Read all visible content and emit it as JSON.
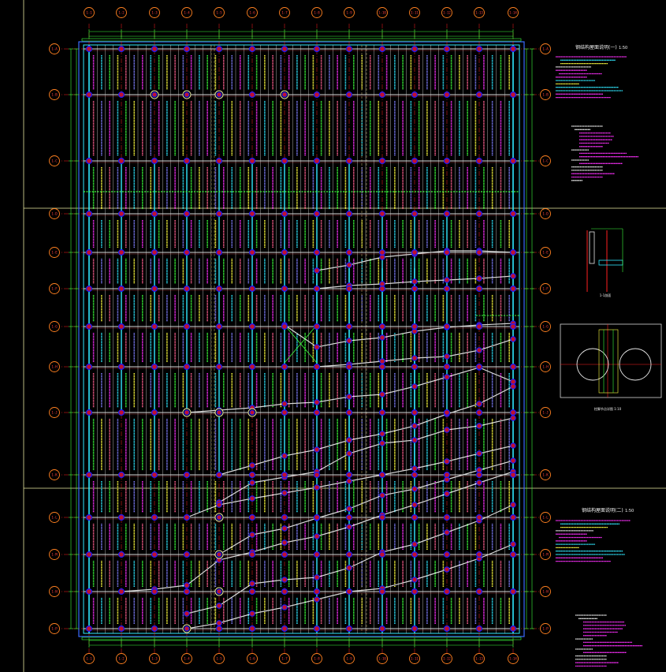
{
  "drawing": {
    "background": "#000000",
    "colors": {
      "frame": "#e8e8a0",
      "grid_red": "#ff2020",
      "grid_green": "#3cff3c",
      "beam_white": "#d8d8d8",
      "beam_cyan": "#30e8ff",
      "beam_blue": "#3a6cff",
      "column_ring": "#1a1aff",
      "column_fill": "#c01030",
      "bubble": "#ff8020",
      "text_white": "#f0f0f0",
      "text_magenta": "#ff30ff",
      "text_cyan": "#30e8ff",
      "text_yellow": "#ffff40"
    },
    "top_axis_labels": [
      "1-1",
      "1-2",
      "1-3",
      "1-4",
      "1-5",
      "1-6",
      "1-7",
      "1-8",
      "1-9",
      "1-10",
      "1-11",
      "1-12",
      "1-13",
      "1-14"
    ],
    "bottom_axis_labels": [
      "1-1",
      "1-2",
      "1-3",
      "1-4",
      "1-5",
      "1-6",
      "1-7",
      "1-8",
      "1-9",
      "1-10",
      "1-11",
      "1-12",
      "1-13",
      "1-14"
    ],
    "left_axis_labels": [
      "1-A",
      "1-B",
      "1-C",
      "1-D",
      "1-E",
      "1-F",
      "1-G",
      "1-H",
      "1-J",
      "1-K",
      "1-L",
      "1-M",
      "1-N",
      "1-P"
    ],
    "right_axis_labels": [
      "1-A",
      "1-B",
      "1-C",
      "1-D",
      "1-E",
      "1-F",
      "1-G",
      "1-H",
      "1-J",
      "1-K",
      "1-L",
      "1-M",
      "1-N",
      "1-P"
    ],
    "notes": {
      "top_title": "钢结构屋面说明(一)",
      "top_scale": "1:50",
      "bottom_title": "钢结构屋面说明(二)",
      "bottom_scale": "1:50"
    },
    "details": {
      "section_caption": "1-1剖面",
      "plan_caption": "柱脚节点详图 1:10"
    }
  }
}
